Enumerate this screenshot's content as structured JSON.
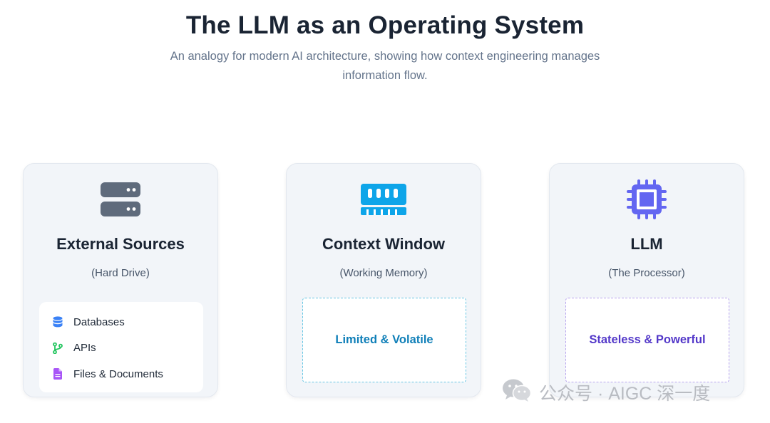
{
  "header": {
    "title": "The LLM as an Operating System",
    "subtitle": "An analogy for modern AI architecture, showing how context engineering manages information flow."
  },
  "cards": {
    "external": {
      "title": "External Sources",
      "subtitle": "(Hard Drive)",
      "icon": "server-icon",
      "items": [
        {
          "label": "Databases",
          "icon": "database-icon",
          "color": "#3b82f6"
        },
        {
          "label": "APIs",
          "icon": "code-branch-icon",
          "color": "#22c55e"
        },
        {
          "label": "Files & Documents",
          "icon": "file-icon",
          "color": "#a855f7"
        }
      ]
    },
    "context": {
      "title": "Context Window",
      "subtitle": "(Working Memory)",
      "icon": "memory-icon",
      "note": "Limited & Volatile",
      "accent": "#0ea5e9"
    },
    "llm": {
      "title": "LLM",
      "subtitle": "(The Processor)",
      "icon": "cpu-icon",
      "note": "Stateless & Powerful",
      "accent": "#6366f1"
    }
  },
  "watermark": {
    "text": "公众号 · AIGC 深一度",
    "icon": "wechat-icon"
  }
}
